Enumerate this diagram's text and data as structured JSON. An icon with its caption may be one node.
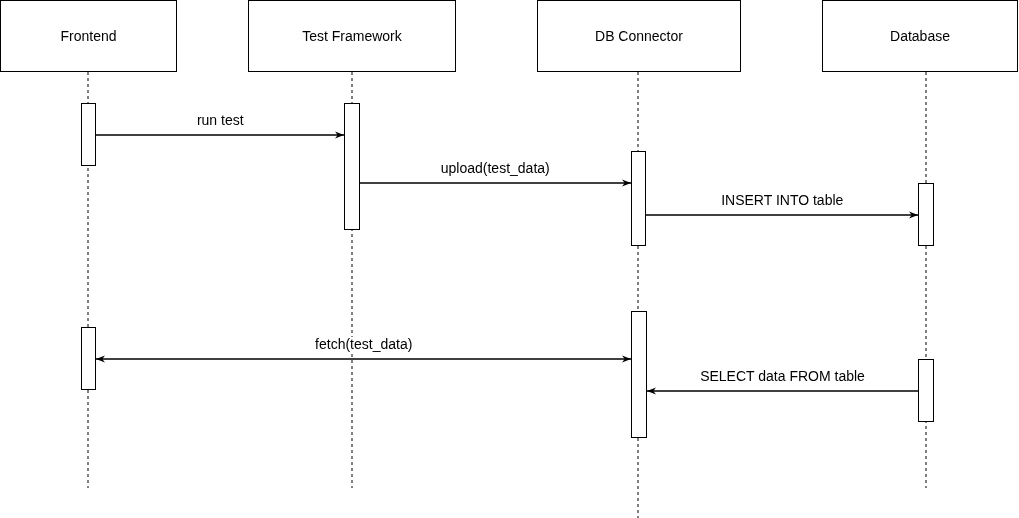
{
  "diagram": {
    "nodes": [
      {
        "text": [
          "Frontend"
        ]
      },
      {
        "text": [
          "Test Framework"
        ]
      },
      {
        "text": [
          "DB Connector"
        ]
      },
      {
        "text": [
          "Database"
        ]
      },
      {
        "text": [],
        "shape": "bar"
      },
      {
        "text": [],
        "shape": "bar"
      },
      {
        "text": [],
        "shape": "bar"
      },
      {
        "text": [],
        "shape": "bar"
      },
      {
        "text": [],
        "shape": "bar"
      },
      {
        "text": [],
        "shape": "bar"
      },
      {
        "text": [],
        "shape": "bar"
      }
    ],
    "edges": [
      {
        "from": 4,
        "to": 5,
        "arrow": "to",
        "label": "run test"
      },
      {
        "from": 5,
        "to": 6,
        "arrow": "to",
        "label": "upload(test_data)"
      },
      {
        "from": 6,
        "to": 7,
        "arrow": "to",
        "label": "INSERT INTO table"
      },
      {
        "from": 9,
        "to": 8,
        "arrow": "both",
        "label": "fetch(test_data)"
      },
      {
        "from": 10,
        "to": 8,
        "arrow": "to",
        "label": "SELECT data FROM table"
      }
    ]
  }
}
